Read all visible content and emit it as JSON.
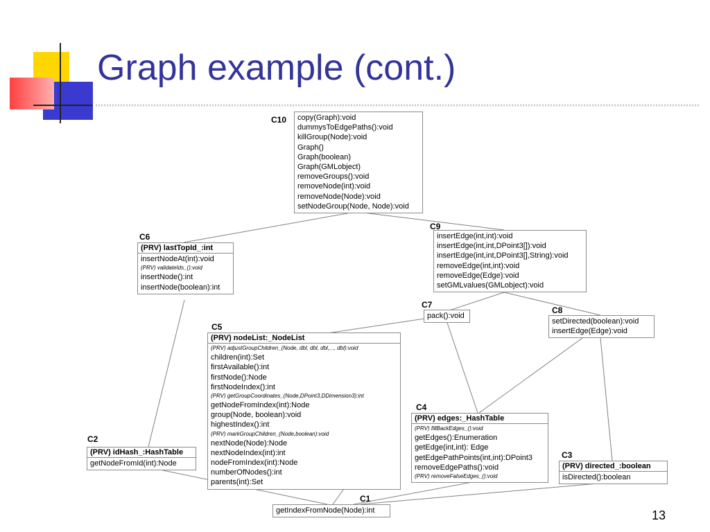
{
  "slide": {
    "title": "Graph example (cont.)",
    "page_number": "13",
    "colors": {
      "title": "#33339a",
      "accent_yellow": "#ffd700",
      "accent_red": "#ff5050",
      "accent_blue": "#3a3ad0",
      "edge": "#808080"
    }
  },
  "classes": {
    "c10": {
      "label": "C10",
      "header": "",
      "lines": [
        {
          "text": "copy(Graph):void",
          "prv": false
        },
        {
          "text": "dummysToEdgePaths():void",
          "prv": false
        },
        {
          "text": "killGroup(Node):void",
          "prv": false
        },
        {
          "text": "Graph()",
          "prv": false
        },
        {
          "text": "Graph(boolean)",
          "prv": false
        },
        {
          "text": "Graph(GMLobject)",
          "prv": false
        },
        {
          "text": "removeGroups():void",
          "prv": false
        },
        {
          "text": "removeNode(int):void",
          "prv": false
        },
        {
          "text": "removeNode(Node):void",
          "prv": false
        },
        {
          "text": "setNodeGroup(Node, Node):void",
          "prv": false
        }
      ]
    },
    "c9": {
      "label": "C9",
      "header": "",
      "lines": [
        {
          "text": "insertEdge(int,int):void",
          "prv": false
        },
        {
          "text": "insertEdge(int,int,DPoint3[]):void",
          "prv": false
        },
        {
          "text": "insertEdge(int,int,DPoint3[],String):void",
          "prv": false
        },
        {
          "text": "removeEdge(int,int):void",
          "prv": false
        },
        {
          "text": "removeEdge(Edge):void",
          "prv": false
        },
        {
          "text": "setGMLvalues(GMLobject):void",
          "prv": false
        }
      ]
    },
    "c6": {
      "label": "C6",
      "header": "(PRV) lastTopId_:int",
      "lines": [
        {
          "text": "insertNodeAt(int):void",
          "prv": false
        },
        {
          "text": "(PRV) validateIds_():void",
          "prv": true
        },
        {
          "text": "insertNode():int",
          "prv": false
        },
        {
          "text": "insertNode(boolean):int",
          "prv": false
        }
      ]
    },
    "c7": {
      "label": "C7",
      "header": "",
      "lines": [
        {
          "text": "pack():void",
          "prv": false
        }
      ]
    },
    "c8": {
      "label": "C8",
      "header": "",
      "lines": [
        {
          "text": "setDirected(boolean):void",
          "prv": false
        },
        {
          "text": "insertEdge(Edge):void",
          "prv": false
        }
      ]
    },
    "c5": {
      "label": "C5",
      "header": "(PRV) nodeList:_NodeList",
      "lines": [
        {
          "text": "(PRV) adjustGroupChildren_(Node, dbl, dbl, dbl,..., dbl):void",
          "prv": true
        },
        {
          "text": "children(int):Set",
          "prv": false
        },
        {
          "text": "firstAvailable():int",
          "prv": false
        },
        {
          "text": "firstNode():Node",
          "prv": false
        },
        {
          "text": "firstNodeIndex():int",
          "prv": false
        },
        {
          "text": "(PRV) getGroupCoordinates_(Node,DPoint3,DDimension3):int",
          "prv": true
        },
        {
          "text": "getNodeFromIndex(int):Node",
          "prv": false
        },
        {
          "text": "group(Node, boolean):void",
          "prv": false
        },
        {
          "text": "highestIndex():int",
          "prv": false
        },
        {
          "text": "(PRV) markGroupChildren_(Node,boolean):void",
          "prv": true
        },
        {
          "text": "nextNode(Node):Node",
          "prv": false
        },
        {
          "text": "nextNodeIndex(int):int",
          "prv": false
        },
        {
          "text": "nodeFromIndex(int):Node",
          "prv": false
        },
        {
          "text": "numberOfNodes():int",
          "prv": false
        },
        {
          "text": "parents(int):Set",
          "prv": false
        }
      ]
    },
    "c4": {
      "label": "C4",
      "header": "(PRV) edges:_HashTable",
      "lines": [
        {
          "text": "(PRV) fillBackEdges_():void",
          "prv": true
        },
        {
          "text": "getEdges():Enumeration",
          "prv": false
        },
        {
          "text": "getEdge(int,int): Edge",
          "prv": false
        },
        {
          "text": "getEdgePathPoints(int,int):DPoint3",
          "prv": false
        },
        {
          "text": "removeEdgePaths():void",
          "prv": false
        },
        {
          "text": "(PRV) removeFalseEdges_():void",
          "prv": true
        }
      ]
    },
    "c2": {
      "label": "C2",
      "header": "(PRV) idHash_:HashTable",
      "lines": [
        {
          "text": "getNodeFromId(int):Node",
          "prv": false
        }
      ]
    },
    "c3": {
      "label": "C3",
      "header": "(PRV) directed_:boolean",
      "lines": [
        {
          "text": "isDirected():boolean",
          "prv": false
        }
      ]
    },
    "c1": {
      "label": "C1",
      "header": "",
      "lines": [
        {
          "text": "getIndexFromNode(Node):int",
          "prv": false
        }
      ]
    }
  },
  "edges": [
    [
      "c10",
      "c6"
    ],
    [
      "c10",
      "c9"
    ],
    [
      "c9",
      "c7"
    ],
    [
      "c9",
      "c8"
    ],
    [
      "c7",
      "c5"
    ],
    [
      "c7",
      "c4"
    ],
    [
      "c8",
      "c4"
    ],
    [
      "c6",
      "c2"
    ],
    [
      "c5",
      "c1"
    ],
    [
      "c2",
      "c1"
    ],
    [
      "c4",
      "c1"
    ],
    [
      "c3",
      "c1"
    ],
    [
      "c8",
      "c3"
    ]
  ]
}
